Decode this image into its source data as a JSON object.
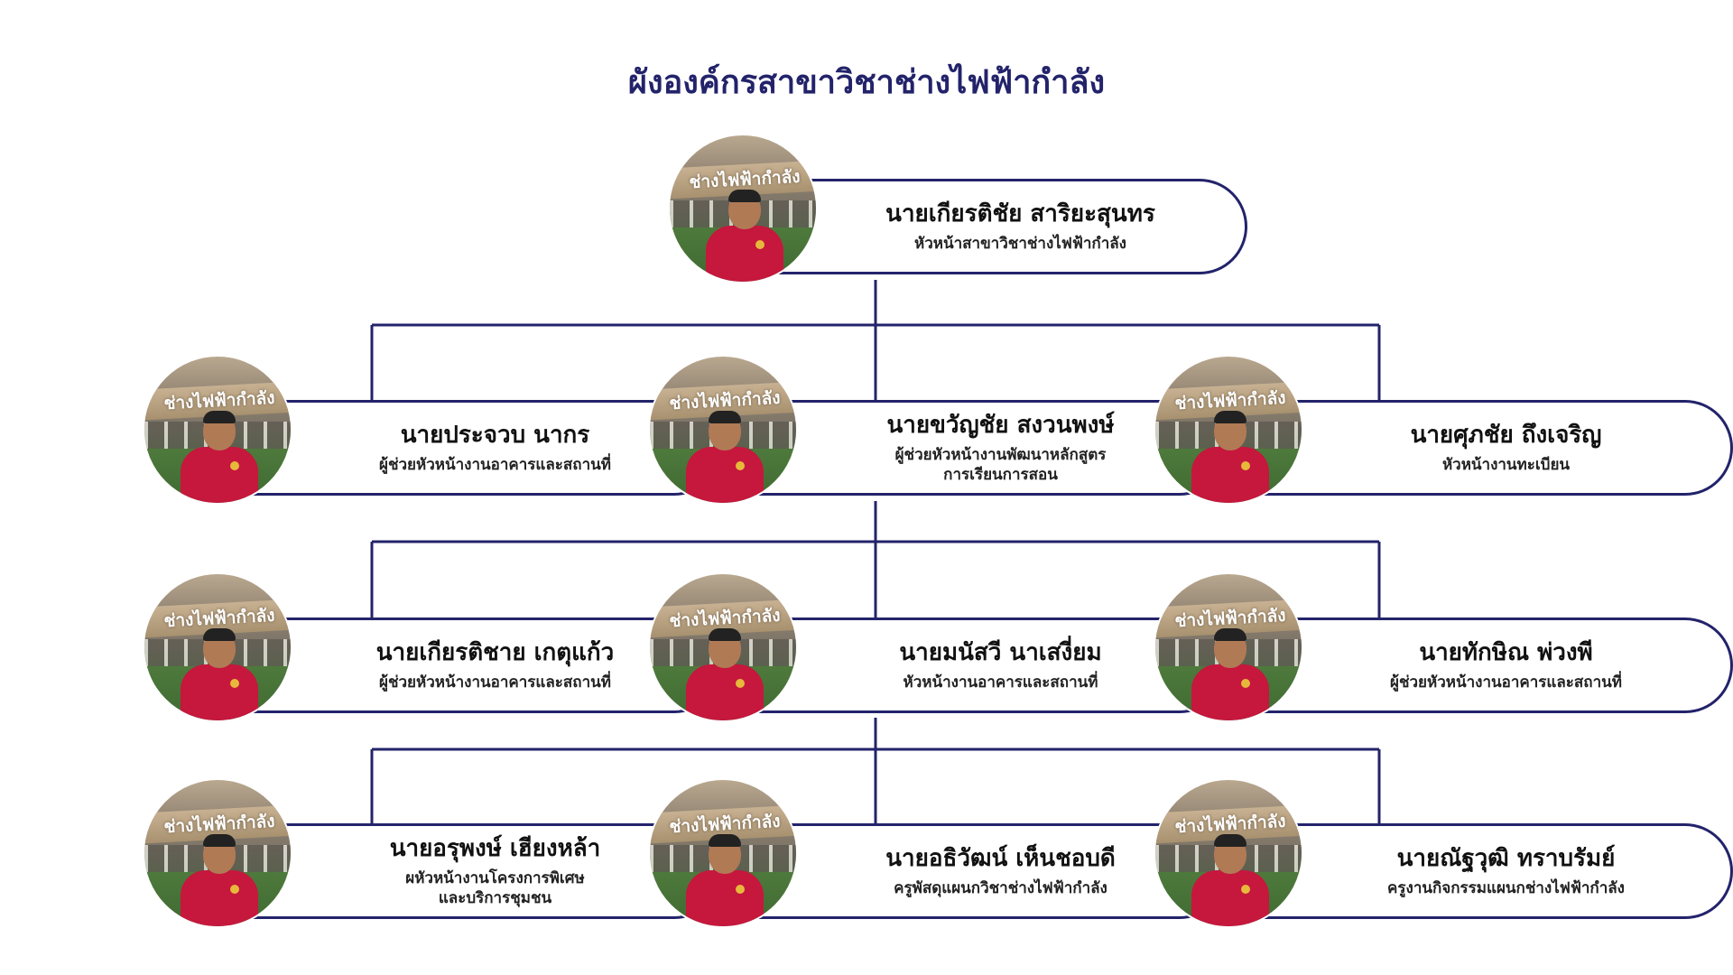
{
  "title": "ผังองค์กรสาขาวิชาช่างไฟฟ้ากำลัง",
  "photo_sign_text": "ช่างไฟฟ้ากำลัง",
  "colors": {
    "line": "#23236b",
    "title": "#23236b",
    "shirt": "#c6173d"
  },
  "icons": {
    "person": "person-photo-icon"
  },
  "head": {
    "name": "นายเกียรติชัย  สาริยะสุนทร",
    "role": "หัวหน้าสาขาวิชาช่างไฟฟ้ากำลัง"
  },
  "members": [
    {
      "name": "นายประจวบ  นากร",
      "role": "ผู้ช่วยหัวหน้างานอาคารและสถานที่"
    },
    {
      "name": "นายขวัญชัย  สงวนพงษ์",
      "role": "ผู้ช่วยหัวหน้างานพัฒนาหลักสูตร\nการเรียนการสอน"
    },
    {
      "name": "นายศุภชัย  ถึงเจริญ",
      "role": "หัวหน้างานทะเบียน"
    },
    {
      "name": "นายเกียรติชาย  เกตุแก้ว",
      "role": "ผู้ช่วยหัวหน้างานอาคารและสถานที่"
    },
    {
      "name": "นายมนัสวี  นาเสงี่ยม",
      "role": "หัวหน้างานอาคารและสถานที่"
    },
    {
      "name": "นายทักษิณ  พ่วงพี",
      "role": "ผู้ช่วยหัวหน้างานอาคารและสถานที่"
    },
    {
      "name": "นายอรุพงษ์  เฮียงหล้า",
      "role": "ผหัวหน้างานโครงการพิเศษ\nและบริการชุมชน"
    },
    {
      "name": "นายอธิวัฒน์  เห็นชอบดี",
      "role": "ครูพัสดุแผนกวิชาช่างไฟฟ้ากำลัง"
    },
    {
      "name": "นายณัฐวุฒิ  ทราบรัมย์",
      "role": "ครูงานกิจกรรมแผนกช่างไฟฟ้ากำลัง"
    }
  ]
}
